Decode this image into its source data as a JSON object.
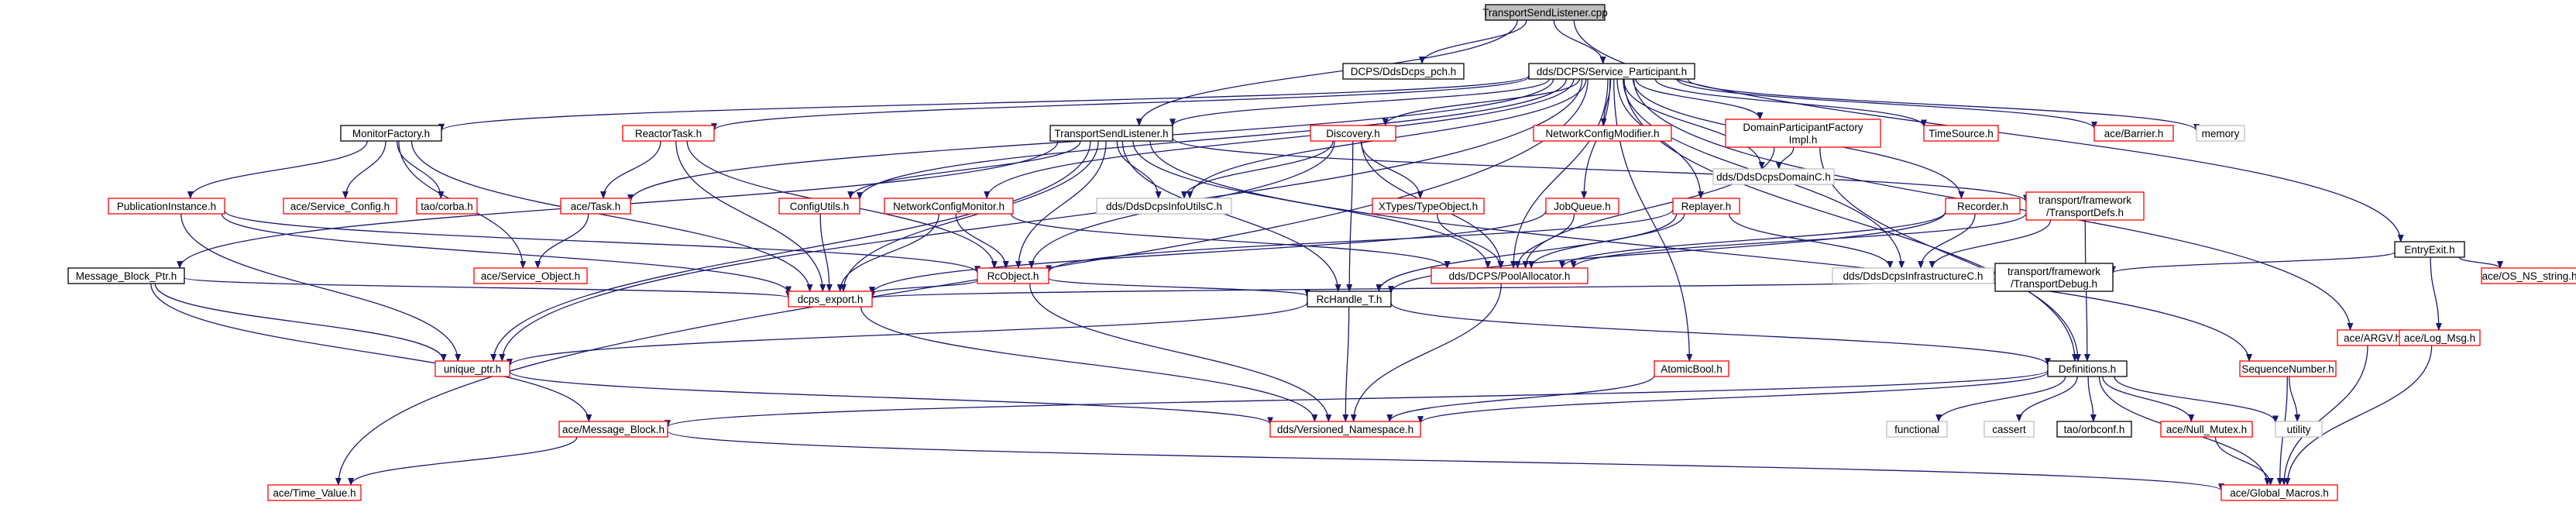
{
  "diagram": {
    "colors": {
      "root_fill": "#bfbfbf",
      "root_border": "#000000",
      "doc_border": "#000000",
      "error_border": "#ff0000",
      "external_border": "#bfbfbf",
      "edge": "#191970",
      "background": "#ffffff"
    },
    "nodes": [
      {
        "id": "root",
        "lines": [
          "TransportSendListener.cpp"
        ],
        "kind": "root"
      },
      {
        "id": "pch",
        "lines": [
          "DCPS/DdsDcps_pch.h"
        ],
        "kind": "doc"
      },
      {
        "id": "sp",
        "lines": [
          "dds/DCPS/Service_Participant.h"
        ],
        "kind": "doc"
      },
      {
        "id": "entryexit",
        "lines": [
          "EntryExit.h"
        ],
        "kind": "doc"
      },
      {
        "id": "monitorfactory",
        "lines": [
          "MonitorFactory.h"
        ],
        "kind": "doc"
      },
      {
        "id": "reactortask",
        "lines": [
          "ReactorTask.h"
        ],
        "kind": "error"
      },
      {
        "id": "tsl",
        "lines": [
          "TransportSendListener.h"
        ],
        "kind": "doc"
      },
      {
        "id": "discovery",
        "lines": [
          "Discovery.h"
        ],
        "kind": "error"
      },
      {
        "id": "netcfgmod",
        "lines": [
          "NetworkConfigModifier.h"
        ],
        "kind": "error"
      },
      {
        "id": "dpfi",
        "lines": [
          "DomainParticipantFactory",
          "Impl.h"
        ],
        "kind": "error"
      },
      {
        "id": "timesource",
        "lines": [
          "TimeSource.h"
        ],
        "kind": "error"
      },
      {
        "id": "barrier",
        "lines": [
          "ace/Barrier.h"
        ],
        "kind": "error"
      },
      {
        "id": "memory",
        "lines": [
          "memory"
        ],
        "kind": "external"
      },
      {
        "id": "pubinst",
        "lines": [
          "PublicationInstance.h"
        ],
        "kind": "error"
      },
      {
        "id": "svcconfig",
        "lines": [
          "ace/Service_Config.h"
        ],
        "kind": "error"
      },
      {
        "id": "taocorba",
        "lines": [
          "tao/corba.h"
        ],
        "kind": "error"
      },
      {
        "id": "acetask",
        "lines": [
          "ace/Task.h"
        ],
        "kind": "error"
      },
      {
        "id": "cfgutils",
        "lines": [
          "ConfigUtils.h"
        ],
        "kind": "error"
      },
      {
        "id": "netcfgmon",
        "lines": [
          "NetworkConfigMonitor.h"
        ],
        "kind": "error"
      },
      {
        "id": "infoutils",
        "lines": [
          "dds/DdsDcpsInfoUtilsC.h"
        ],
        "kind": "external"
      },
      {
        "id": "xtypes",
        "lines": [
          "XTypes/TypeObject.h"
        ],
        "kind": "error"
      },
      {
        "id": "jobqueue",
        "lines": [
          "JobQueue.h"
        ],
        "kind": "error"
      },
      {
        "id": "replayer",
        "lines": [
          "Replayer.h"
        ],
        "kind": "error"
      },
      {
        "id": "domainc",
        "lines": [
          "dds/DdsDcpsDomainC.h"
        ],
        "kind": "external"
      },
      {
        "id": "recorder",
        "lines": [
          "Recorder.h"
        ],
        "kind": "error"
      },
      {
        "id": "transportdefs",
        "lines": [
          "transport/framework",
          "/TransportDefs.h"
        ],
        "kind": "error"
      },
      {
        "id": "svcobject",
        "lines": [
          "ace/Service_Object.h"
        ],
        "kind": "error"
      },
      {
        "id": "mbptr",
        "lines": [
          "Message_Block_Ptr.h"
        ],
        "kind": "doc"
      },
      {
        "id": "rcobject",
        "lines": [
          "RcObject.h"
        ],
        "kind": "error"
      },
      {
        "id": "poolalloc",
        "lines": [
          "dds/DCPS/PoolAllocator.h"
        ],
        "kind": "error"
      },
      {
        "id": "infra",
        "lines": [
          "dds/DdsDcpsInfrastructureC.h"
        ],
        "kind": "external"
      },
      {
        "id": "tdebug",
        "lines": [
          "transport/framework",
          "/TransportDebug.h"
        ],
        "kind": "doc"
      },
      {
        "id": "osns",
        "lines": [
          "ace/OS_NS_string.h"
        ],
        "kind": "error"
      },
      {
        "id": "dcpsexport",
        "lines": [
          "dcps_export.h"
        ],
        "kind": "error"
      },
      {
        "id": "rchandle",
        "lines": [
          "RcHandle_T.h"
        ],
        "kind": "doc"
      },
      {
        "id": "aceargv",
        "lines": [
          "ace/ARGV.h"
        ],
        "kind": "error"
      },
      {
        "id": "logmsg",
        "lines": [
          "ace/Log_Msg.h"
        ],
        "kind": "error"
      },
      {
        "id": "uniqueptr",
        "lines": [
          "unique_ptr.h"
        ],
        "kind": "error"
      },
      {
        "id": "atomicbool",
        "lines": [
          "AtomicBool.h"
        ],
        "kind": "error"
      },
      {
        "id": "definitions",
        "lines": [
          "Definitions.h"
        ],
        "kind": "doc"
      },
      {
        "id": "seqnum",
        "lines": [
          "SequenceNumber.h"
        ],
        "kind": "error"
      },
      {
        "id": "msgblock",
        "lines": [
          "ace/Message_Block.h"
        ],
        "kind": "error"
      },
      {
        "id": "versionedns",
        "lines": [
          "dds/Versioned_Namespace.h"
        ],
        "kind": "error"
      },
      {
        "id": "functional",
        "lines": [
          "functional"
        ],
        "kind": "external"
      },
      {
        "id": "cassert",
        "lines": [
          "cassert"
        ],
        "kind": "external"
      },
      {
        "id": "orbconf",
        "lines": [
          "tao/orbconf.h"
        ],
        "kind": "doc"
      },
      {
        "id": "nullmutex",
        "lines": [
          "ace/Null_Mutex.h"
        ],
        "kind": "error"
      },
      {
        "id": "utility",
        "lines": [
          "utility"
        ],
        "kind": "external"
      },
      {
        "id": "timevalue",
        "lines": [
          "ace/Time_Value.h"
        ],
        "kind": "error"
      },
      {
        "id": "globalmacros",
        "lines": [
          "ace/Global_Macros.h"
        ],
        "kind": "error"
      }
    ],
    "edges": [
      [
        "root",
        "pch"
      ],
      [
        "root",
        "sp"
      ],
      [
        "root",
        "entryexit"
      ],
      [
        "root",
        "tsl"
      ],
      [
        "sp",
        "monitorfactory"
      ],
      [
        "sp",
        "reactortask"
      ],
      [
        "sp",
        "tsl"
      ],
      [
        "sp",
        "discovery"
      ],
      [
        "sp",
        "netcfgmod"
      ],
      [
        "sp",
        "dpfi"
      ],
      [
        "sp",
        "timesource"
      ],
      [
        "sp",
        "barrier"
      ],
      [
        "sp",
        "memory"
      ],
      [
        "sp",
        "acetask"
      ],
      [
        "sp",
        "cfgutils"
      ],
      [
        "sp",
        "netcfgmon"
      ],
      [
        "sp",
        "infoutils"
      ],
      [
        "sp",
        "jobqueue"
      ],
      [
        "sp",
        "replayer"
      ],
      [
        "sp",
        "domainc"
      ],
      [
        "sp",
        "recorder"
      ],
      [
        "sp",
        "poolalloc"
      ],
      [
        "sp",
        "infra"
      ],
      [
        "sp",
        "aceargv"
      ],
      [
        "sp",
        "uniqueptr"
      ],
      [
        "sp",
        "atomicbool"
      ],
      [
        "sp",
        "definitions"
      ],
      [
        "sp",
        "timevalue"
      ],
      [
        "entryexit",
        "tdebug"
      ],
      [
        "entryexit",
        "osns"
      ],
      [
        "entryexit",
        "logmsg"
      ],
      [
        "monitorfactory",
        "pubinst"
      ],
      [
        "monitorfactory",
        "svcconfig"
      ],
      [
        "monitorfactory",
        "taocorba"
      ],
      [
        "monitorfactory",
        "svcobject"
      ],
      [
        "monitorfactory",
        "dcpsexport"
      ],
      [
        "reactortask",
        "acetask"
      ],
      [
        "reactortask",
        "rcobject"
      ],
      [
        "reactortask",
        "dcpsexport"
      ],
      [
        "acetask",
        "svcobject"
      ],
      [
        "tsl",
        "mbptr"
      ],
      [
        "tsl",
        "cfgutils"
      ],
      [
        "tsl",
        "infoutils"
      ],
      [
        "tsl",
        "transportdefs"
      ],
      [
        "tsl",
        "rcobject"
      ],
      [
        "tsl",
        "poolalloc"
      ],
      [
        "tsl",
        "dcpsexport"
      ],
      [
        "tsl",
        "rchandle"
      ],
      [
        "tsl",
        "uniqueptr"
      ],
      [
        "tsl",
        "seqnum"
      ],
      [
        "discovery",
        "infoutils"
      ],
      [
        "discovery",
        "xtypes"
      ],
      [
        "discovery",
        "rcobject"
      ],
      [
        "discovery",
        "poolalloc"
      ],
      [
        "discovery",
        "rchandle"
      ],
      [
        "dpfi",
        "domainc"
      ],
      [
        "dpfi",
        "poolalloc"
      ],
      [
        "dpfi",
        "definitions"
      ],
      [
        "pubinst",
        "rcobject"
      ],
      [
        "pubinst",
        "dcpsexport"
      ],
      [
        "pubinst",
        "uniqueptr"
      ],
      [
        "cfgutils",
        "dcpsexport"
      ],
      [
        "netcfgmon",
        "rcobject"
      ],
      [
        "netcfgmon",
        "poolalloc"
      ],
      [
        "netcfgmon",
        "dcpsexport"
      ],
      [
        "xtypes",
        "poolalloc"
      ],
      [
        "jobqueue",
        "poolalloc"
      ],
      [
        "jobqueue",
        "dcpsexport"
      ],
      [
        "replayer",
        "poolalloc"
      ],
      [
        "replayer",
        "infra"
      ],
      [
        "replayer",
        "rchandle"
      ],
      [
        "replayer",
        "rcobject"
      ],
      [
        "recorder",
        "poolalloc"
      ],
      [
        "recorder",
        "infra"
      ],
      [
        "recorder",
        "rchandle"
      ],
      [
        "transportdefs",
        "infra"
      ],
      [
        "transportdefs",
        "poolalloc"
      ],
      [
        "transportdefs",
        "definitions"
      ],
      [
        "mbptr",
        "dcpsexport"
      ],
      [
        "mbptr",
        "uniqueptr"
      ],
      [
        "mbptr",
        "msgblock"
      ],
      [
        "rcobject",
        "dcpsexport"
      ],
      [
        "rcobject",
        "rchandle"
      ],
      [
        "rcobject",
        "versionedns"
      ],
      [
        "poolalloc",
        "versionedns"
      ],
      [
        "tdebug",
        "dcpsexport"
      ],
      [
        "dcpsexport",
        "versionedns"
      ],
      [
        "rchandle",
        "uniqueptr"
      ],
      [
        "rchandle",
        "definitions"
      ],
      [
        "rchandle",
        "versionedns"
      ],
      [
        "uniqueptr",
        "versionedns"
      ],
      [
        "atomicbool",
        "versionedns"
      ],
      [
        "definitions",
        "versionedns"
      ],
      [
        "definitions",
        "functional"
      ],
      [
        "definitions",
        "cassert"
      ],
      [
        "definitions",
        "orbconf"
      ],
      [
        "definitions",
        "nullmutex"
      ],
      [
        "definitions",
        "utility"
      ],
      [
        "definitions",
        "globalmacros"
      ],
      [
        "definitions",
        "msgblock"
      ],
      [
        "seqnum",
        "utility"
      ],
      [
        "seqnum",
        "globalmacros"
      ],
      [
        "nullmutex",
        "globalmacros"
      ],
      [
        "msgblock",
        "timevalue"
      ],
      [
        "msgblock",
        "globalmacros"
      ],
      [
        "aceargv",
        "globalmacros"
      ],
      [
        "logmsg",
        "globalmacros"
      ]
    ]
  }
}
